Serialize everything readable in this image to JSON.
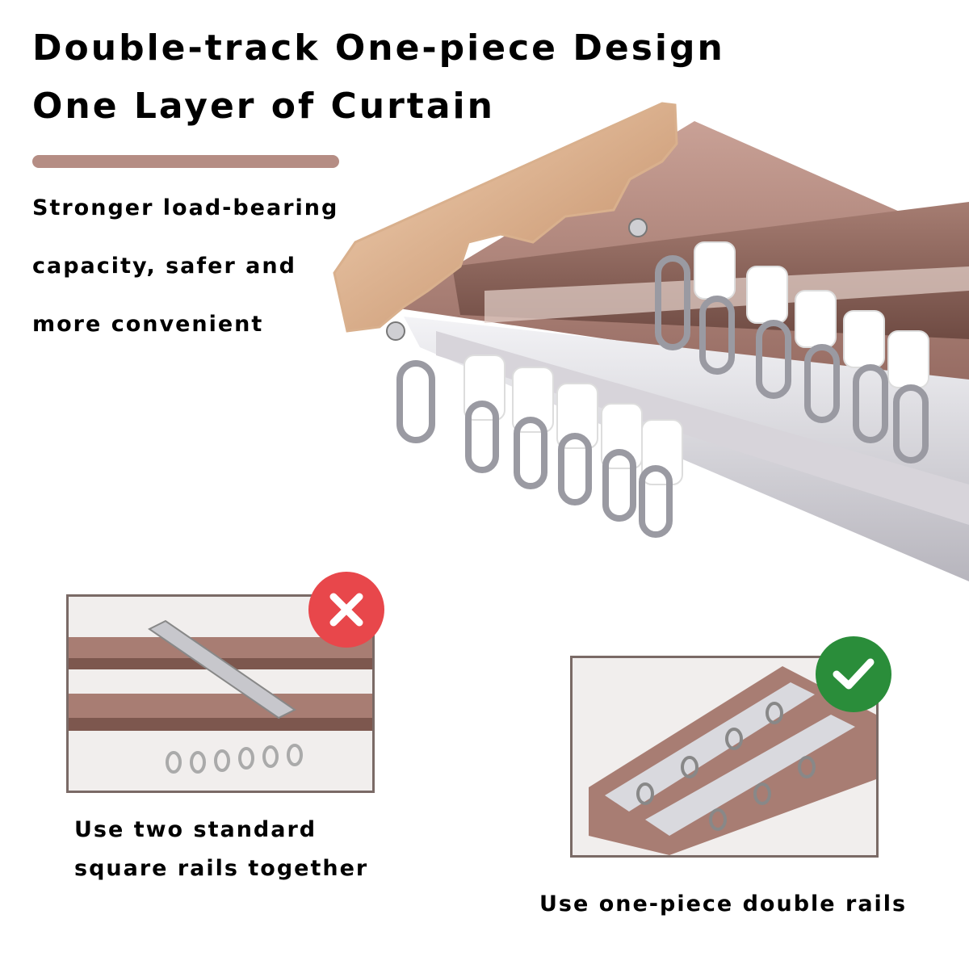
{
  "heading": {
    "line1": "Double-track One-piece Design",
    "line2": "One Layer of Curtain"
  },
  "description": {
    "line1": "Stronger load-bearing",
    "line2": "capacity, safer and",
    "line3": "more convenient"
  },
  "comparison": {
    "wrong": {
      "icon": "cross-icon",
      "caption_line1": "Use two standard",
      "caption_line2": "square rails together"
    },
    "right": {
      "icon": "checkmark-icon",
      "caption": "Use one-piece double rails"
    }
  },
  "colors": {
    "accent_bar": "#b58d84",
    "rail_bronze": "#9a6b60",
    "wrong_badge": "#e8474b",
    "right_badge": "#2a8d3a"
  }
}
